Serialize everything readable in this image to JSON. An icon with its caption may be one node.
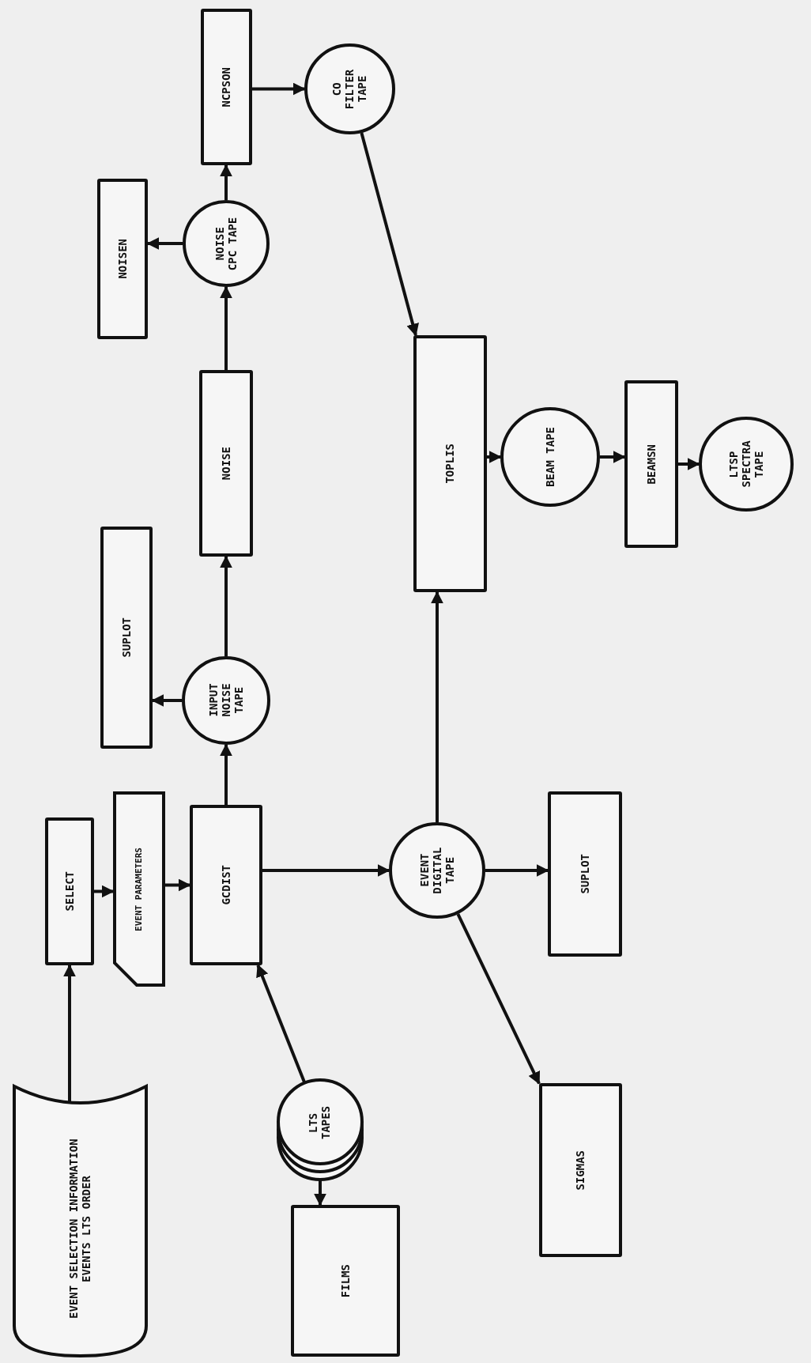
{
  "diagram": {
    "nodes": [
      {
        "text": [
          "EVENT SELECTION INFORMATION EVENTS LTS ORDER"
        ]
      },
      {
        "text": [
          "SELECT"
        ]
      },
      {
        "text": [
          "EVENT PARAMETERS"
        ]
      },
      {
        "text": [
          "GCDIST"
        ]
      },
      {
        "text": [
          "LTS TAPES"
        ]
      },
      {
        "text": [
          "FILMS"
        ]
      },
      {
        "text": [
          "INPUT NOISE TAPE"
        ]
      },
      {
        "text": [
          "SUPLOT"
        ]
      },
      {
        "text": [
          "NOISE"
        ]
      },
      {
        "text": [
          "NOISE CPC TAPE"
        ]
      },
      {
        "text": [
          "NOISEN"
        ]
      },
      {
        "text": [
          "NCPSON"
        ]
      },
      {
        "text": [
          "CO FILTER TAPE"
        ]
      },
      {
        "text": [
          "TOPLIS"
        ]
      },
      {
        "text": [
          "BEAM TAPE"
        ]
      },
      {
        "text": [
          "BEAMSN"
        ]
      },
      {
        "text": [
          "LTSP SPECTRA TAPE"
        ]
      },
      {
        "text": [
          "EVENT DIGITAL TAPE"
        ]
      },
      {
        "text": [
          "SUPLOT"
        ]
      },
      {
        "text": [
          "SIGMAS"
        ]
      }
    ],
    "edges": [
      {
        "from": 0,
        "to": 1,
        "arrow": "to"
      },
      {
        "from": 1,
        "to": 2,
        "arrow": "to"
      },
      {
        "from": 2,
        "to": 3,
        "arrow": "to"
      },
      {
        "from": 4,
        "to": 3,
        "arrow": "to"
      },
      {
        "from": 4,
        "to": 5,
        "arrow": "to"
      },
      {
        "from": 3,
        "to": 6,
        "arrow": "to"
      },
      {
        "from": 6,
        "to": 7,
        "arrow": "to"
      },
      {
        "from": 6,
        "to": 8,
        "arrow": "to"
      },
      {
        "from": 8,
        "to": 9,
        "arrow": "to"
      },
      {
        "from": 9,
        "to": 10,
        "arrow": "to"
      },
      {
        "from": 9,
        "to": 11,
        "arrow": "to"
      },
      {
        "from": 11,
        "to": 12,
        "arrow": "to"
      },
      {
        "from": 12,
        "to": 13,
        "arrow": "to"
      },
      {
        "from": 3,
        "to": 17,
        "arrow": "to"
      },
      {
        "from": 17,
        "to": 13,
        "arrow": "to"
      },
      {
        "from": 17,
        "to": 18,
        "arrow": "to"
      },
      {
        "from": 17,
        "to": 19,
        "arrow": "to"
      },
      {
        "from": 13,
        "to": 14,
        "arrow": "to"
      },
      {
        "from": 14,
        "to": 15,
        "arrow": "to"
      },
      {
        "from": 15,
        "to": 16,
        "arrow": "to"
      }
    ]
  }
}
